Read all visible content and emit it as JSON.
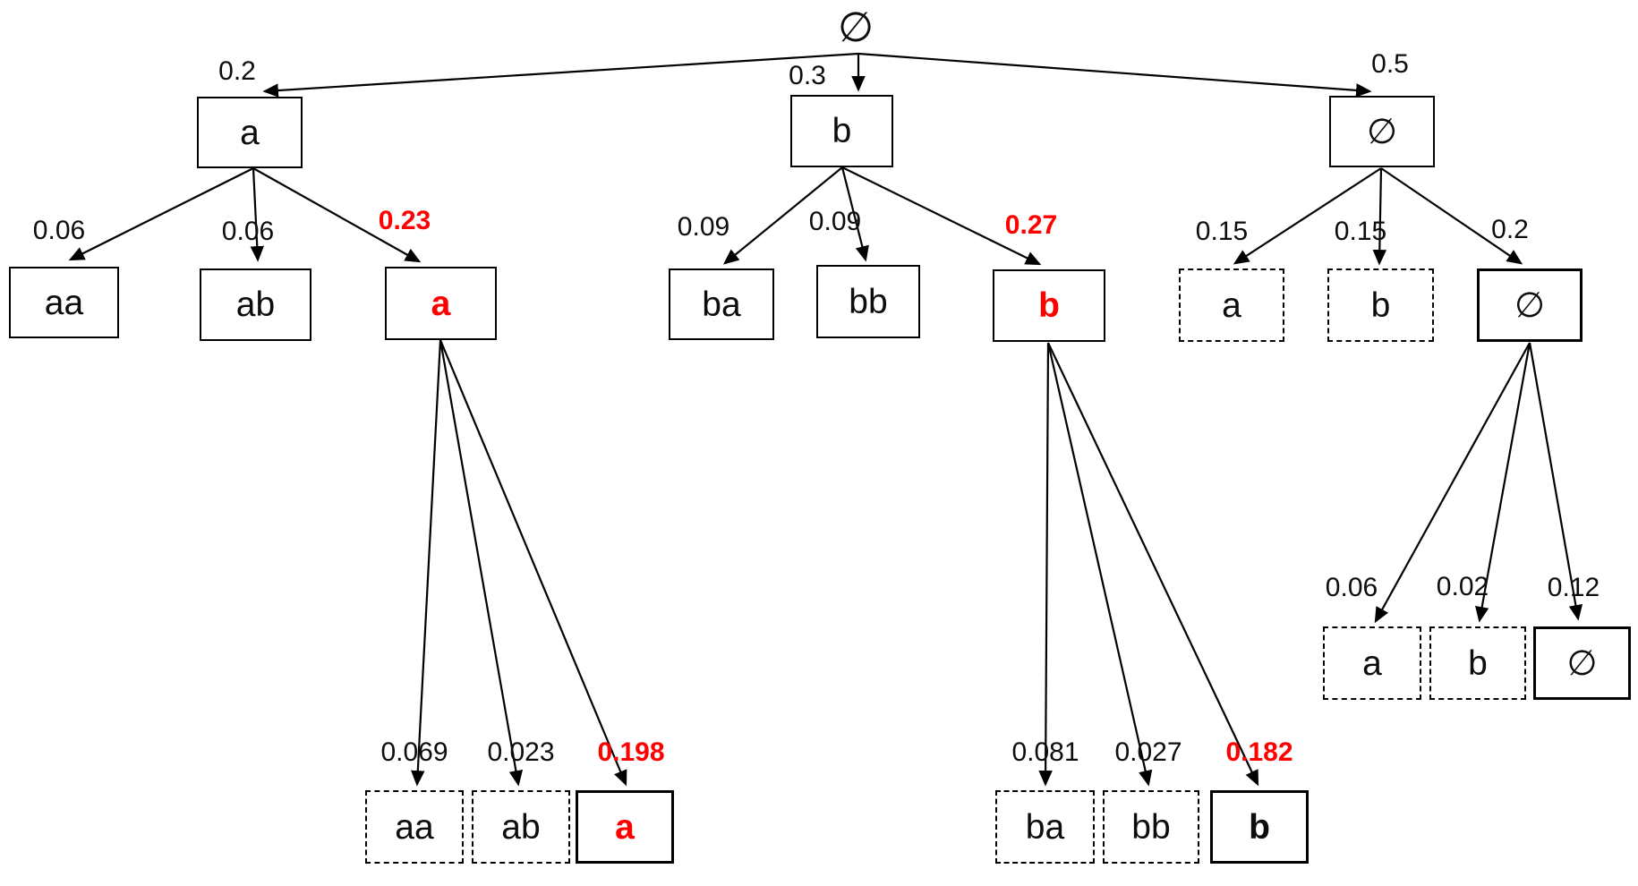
{
  "tree": {
    "description": "prefix probability tree over symbols a, b and blank",
    "colors": {
      "highlight": "#ff0000",
      "line": "#000000",
      "background": "#ffffff"
    },
    "root": {
      "label": "∅"
    },
    "branches": [
      {
        "edge": "0.2",
        "node": {
          "label": "a",
          "style": "solid",
          "text_color": "black"
        },
        "children": [
          {
            "edge": "0.06",
            "node": {
              "label": "aa",
              "style": "solid",
              "text_color": "black"
            }
          },
          {
            "edge": "0.06",
            "node": {
              "label": "ab",
              "style": "solid",
              "text_color": "black"
            }
          },
          {
            "edge": "0.23",
            "edge_color": "red",
            "node": {
              "label": "a",
              "style": "solid",
              "text_color": "red"
            },
            "children": [
              {
                "edge": "0.069",
                "node": {
                  "label": "aa",
                  "style": "dashed",
                  "text_color": "black"
                }
              },
              {
                "edge": "0.023",
                "node": {
                  "label": "ab",
                  "style": "dashed",
                  "text_color": "black"
                }
              },
              {
                "edge": "0.198",
                "edge_color": "red",
                "node": {
                  "label": "a",
                  "style": "solid-thick",
                  "text_color": "red"
                }
              }
            ]
          }
        ]
      },
      {
        "edge": "0.3",
        "node": {
          "label": "b",
          "style": "solid",
          "text_color": "black"
        },
        "children": [
          {
            "edge": "0.09",
            "node": {
              "label": "ba",
              "style": "solid",
              "text_color": "black"
            }
          },
          {
            "edge": "0.09",
            "node": {
              "label": "bb",
              "style": "solid",
              "text_color": "black"
            }
          },
          {
            "edge": "0.27",
            "edge_color": "red",
            "node": {
              "label": "b",
              "style": "solid",
              "text_color": "red"
            },
            "children": [
              {
                "edge": "0.081",
                "node": {
                  "label": "ba",
                  "style": "dashed",
                  "text_color": "black"
                }
              },
              {
                "edge": "0.027",
                "node": {
                  "label": "bb",
                  "style": "dashed",
                  "text_color": "black"
                }
              },
              {
                "edge": "0.182",
                "edge_color": "red",
                "node": {
                  "label": "b",
                  "style": "solid-thick",
                  "text_color": "black-bold"
                }
              }
            ]
          }
        ]
      },
      {
        "edge": "0.5",
        "node": {
          "label": "∅",
          "style": "solid",
          "text_color": "black"
        },
        "children": [
          {
            "edge": "0.15",
            "node": {
              "label": "a",
              "style": "dashed",
              "text_color": "black"
            }
          },
          {
            "edge": "0.15",
            "node": {
              "label": "b",
              "style": "dashed",
              "text_color": "black"
            }
          },
          {
            "edge": "0.2",
            "node": {
              "label": "∅",
              "style": "solid-thick",
              "text_color": "black"
            },
            "children": [
              {
                "edge": "0.06",
                "node": {
                  "label": "a",
                  "style": "dashed",
                  "text_color": "black"
                }
              },
              {
                "edge": "0.02",
                "node": {
                  "label": "b",
                  "style": "dashed",
                  "text_color": "black"
                }
              },
              {
                "edge": "0.12",
                "node": {
                  "label": "∅",
                  "style": "solid-thick",
                  "text_color": "black"
                }
              }
            ]
          }
        ]
      }
    ]
  }
}
